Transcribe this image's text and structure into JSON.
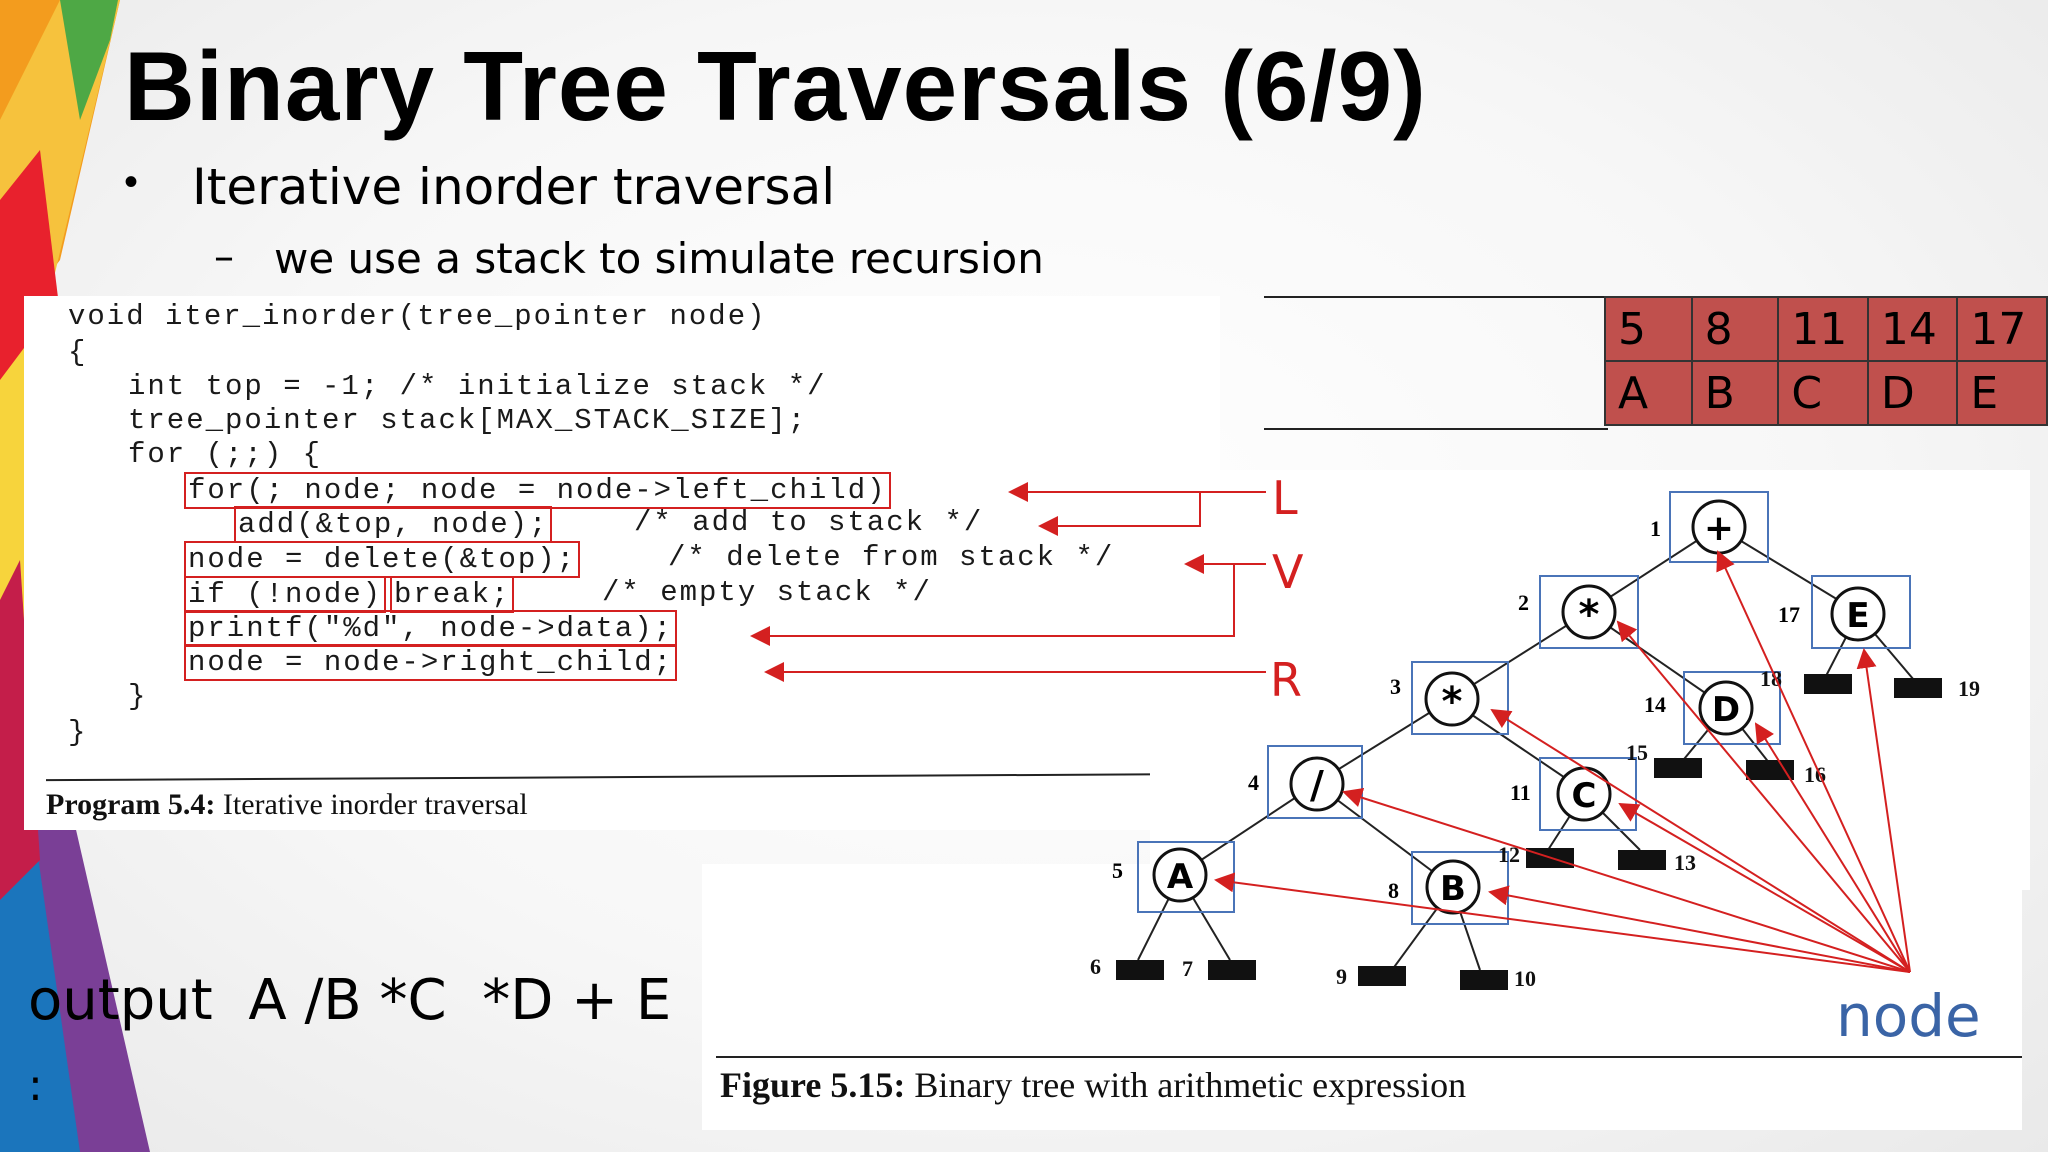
{
  "slide": {
    "title": "Binary Tree Traversals (6/9)",
    "bullet": "Iterative inorder traversal",
    "sub_bullet": "we use a stack to simulate recursion"
  },
  "code": {
    "lines": [
      "void iter_inorder(tree_pointer node)",
      "{",
      "int top = -1; /* initialize stack */",
      "tree_pointer stack[MAX_STACK_SIZE];",
      "for (;;) {",
      "for(; node; node = node->left_child)",
      "add(&top, node);",
      "/* add to stack */",
      "node = delete(&top);",
      "/* delete from stack */",
      "if (!node)",
      "break;",
      "/* empty stack */",
      "printf(\"%d\", node->data);",
      "node = node->right_child;",
      "}",
      "}"
    ],
    "caption_bold": "Program 5.4:",
    "caption_text": "Iterative inorder traversal"
  },
  "markers": {
    "L": "L",
    "V": "V",
    "R": "R"
  },
  "stack": {
    "top_row": [
      "5",
      "8",
      "11",
      "14",
      "17"
    ],
    "bottom_row": [
      "A",
      "B",
      "C",
      "D",
      "E"
    ]
  },
  "tree": {
    "nodes": [
      {
        "id": "plus",
        "symbol": "+",
        "num": "1"
      },
      {
        "id": "star2",
        "symbol": "*",
        "num": "2"
      },
      {
        "id": "star3",
        "symbol": "*",
        "num": "3"
      },
      {
        "id": "slash",
        "symbol": "/",
        "num": "4"
      },
      {
        "id": "A",
        "symbol": "A",
        "num": "5"
      },
      {
        "id": "B",
        "symbol": "B",
        "num": "8"
      },
      {
        "id": "C",
        "symbol": "C",
        "num": "11"
      },
      {
        "id": "D",
        "symbol": "D",
        "num": "14"
      },
      {
        "id": "E",
        "symbol": "E",
        "num": "17"
      }
    ],
    "null_labels": [
      "6",
      "7",
      "9",
      "10",
      "12",
      "13",
      "15",
      "16",
      "18",
      "19"
    ]
  },
  "figure": {
    "caption_bold": "Figure 5.15:",
    "caption_text": "Binary tree with arithmetic expression"
  },
  "output": {
    "label": "output",
    "value": "A /B *C  *D + E",
    "trailing": ":"
  },
  "node_label": "node",
  "colors": {
    "arrow": "#d42020",
    "stack_fill": "#c0504d",
    "node_label": "#3a64a6",
    "box_border": "#4a74b8"
  }
}
